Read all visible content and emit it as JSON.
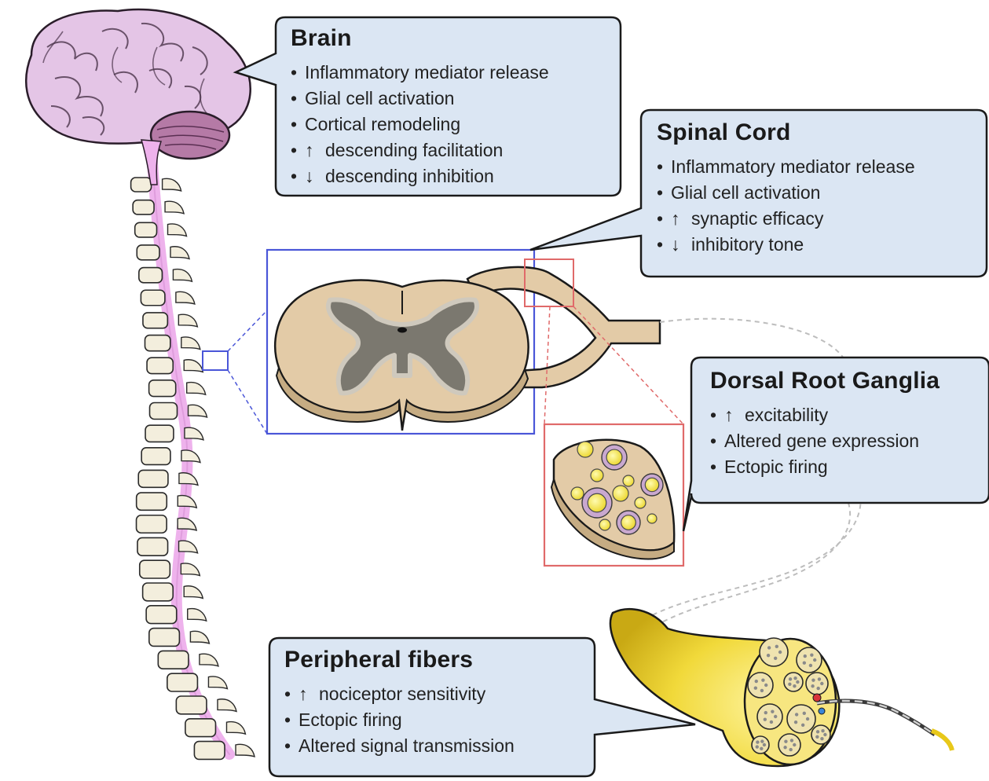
{
  "brain": {
    "title": "Brain",
    "items": [
      {
        "arrow": "",
        "text": "Inflammatory mediator release"
      },
      {
        "arrow": "",
        "text": "Glial cell activation"
      },
      {
        "arrow": "",
        "text": "Cortical remodeling"
      },
      {
        "arrow": "↑",
        "text": "descending facilitation"
      },
      {
        "arrow": "↓",
        "text": "descending inhibition"
      }
    ]
  },
  "spinal_cord": {
    "title": "Spinal Cord",
    "items": [
      {
        "arrow": "",
        "text": "Inflammatory mediator release"
      },
      {
        "arrow": "",
        "text": "Glial cell activation"
      },
      {
        "arrow": "↑",
        "text": "synaptic efficacy"
      },
      {
        "arrow": "↓",
        "text": "inhibitory tone"
      }
    ]
  },
  "dorsal_root_ganglia": {
    "title": "Dorsal Root Ganglia",
    "items": [
      {
        "arrow": "↑",
        "text": "excitability"
      },
      {
        "arrow": "",
        "text": "Altered gene expression"
      },
      {
        "arrow": "",
        "text": "Ectopic firing"
      }
    ]
  },
  "peripheral_fibers": {
    "title": "Peripheral fibers",
    "items": [
      {
        "arrow": "↑",
        "text": "nociceptor sensitivity"
      },
      {
        "arrow": "",
        "text": "Ectopic firing"
      },
      {
        "arrow": "",
        "text": "Altered signal transmission"
      }
    ]
  },
  "colors": {
    "callout_fill": "#dbe6f3",
    "callout_stroke": "#1a1a1a",
    "brain": "#e2c3e4",
    "spinal_cord": "#eeb2ec",
    "vertebra": "#f3eedd",
    "tissue": "#e3cba7",
    "gray_matter": "#7b786f",
    "nerve": "#f3dd44",
    "zoom_blue": "#4a56d8",
    "zoom_red": "#e06a6a"
  }
}
